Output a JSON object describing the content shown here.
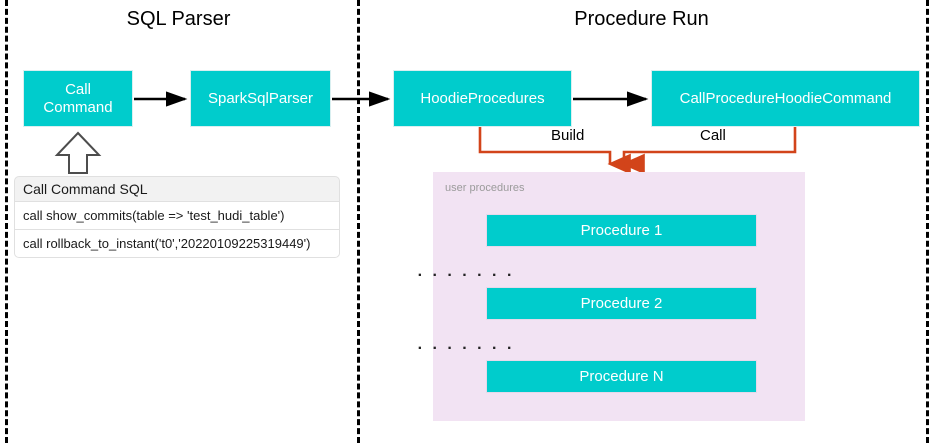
{
  "diagram": {
    "title_left": "SQL Parser",
    "title_right": "Procedure Run",
    "colors": {
      "box_fill": "#00CCCC",
      "box_text": "#FFFFFF",
      "panel_fill": "#F2E3F3",
      "connector_orange": "#D2441A",
      "connector_black": "#000000",
      "divider": "#000000"
    }
  },
  "nodes": {
    "call_command": "Call\nCommand",
    "call_command_line1": "Call",
    "call_command_line2": "Command",
    "spark_sql_parser": "SparkSqlParser",
    "hoodie_procedures": "HoodieProcedures",
    "call_procedure_hoodie_command": "CallProcedureHoodieCommand"
  },
  "edges": {
    "build_label": "Build",
    "call_label": "Call"
  },
  "sql_table": {
    "header": "Call Command SQL",
    "rows": [
      "call show_commits(table => 'test_hudi_table')",
      "call rollback_to_instant('t0','20220109225319449')"
    ]
  },
  "procedures_panel": {
    "label": "user procedures",
    "items": [
      "Procedure 1",
      "Procedure 2",
      "Procedure N"
    ],
    "ellipsis": ". . . . . . ."
  }
}
